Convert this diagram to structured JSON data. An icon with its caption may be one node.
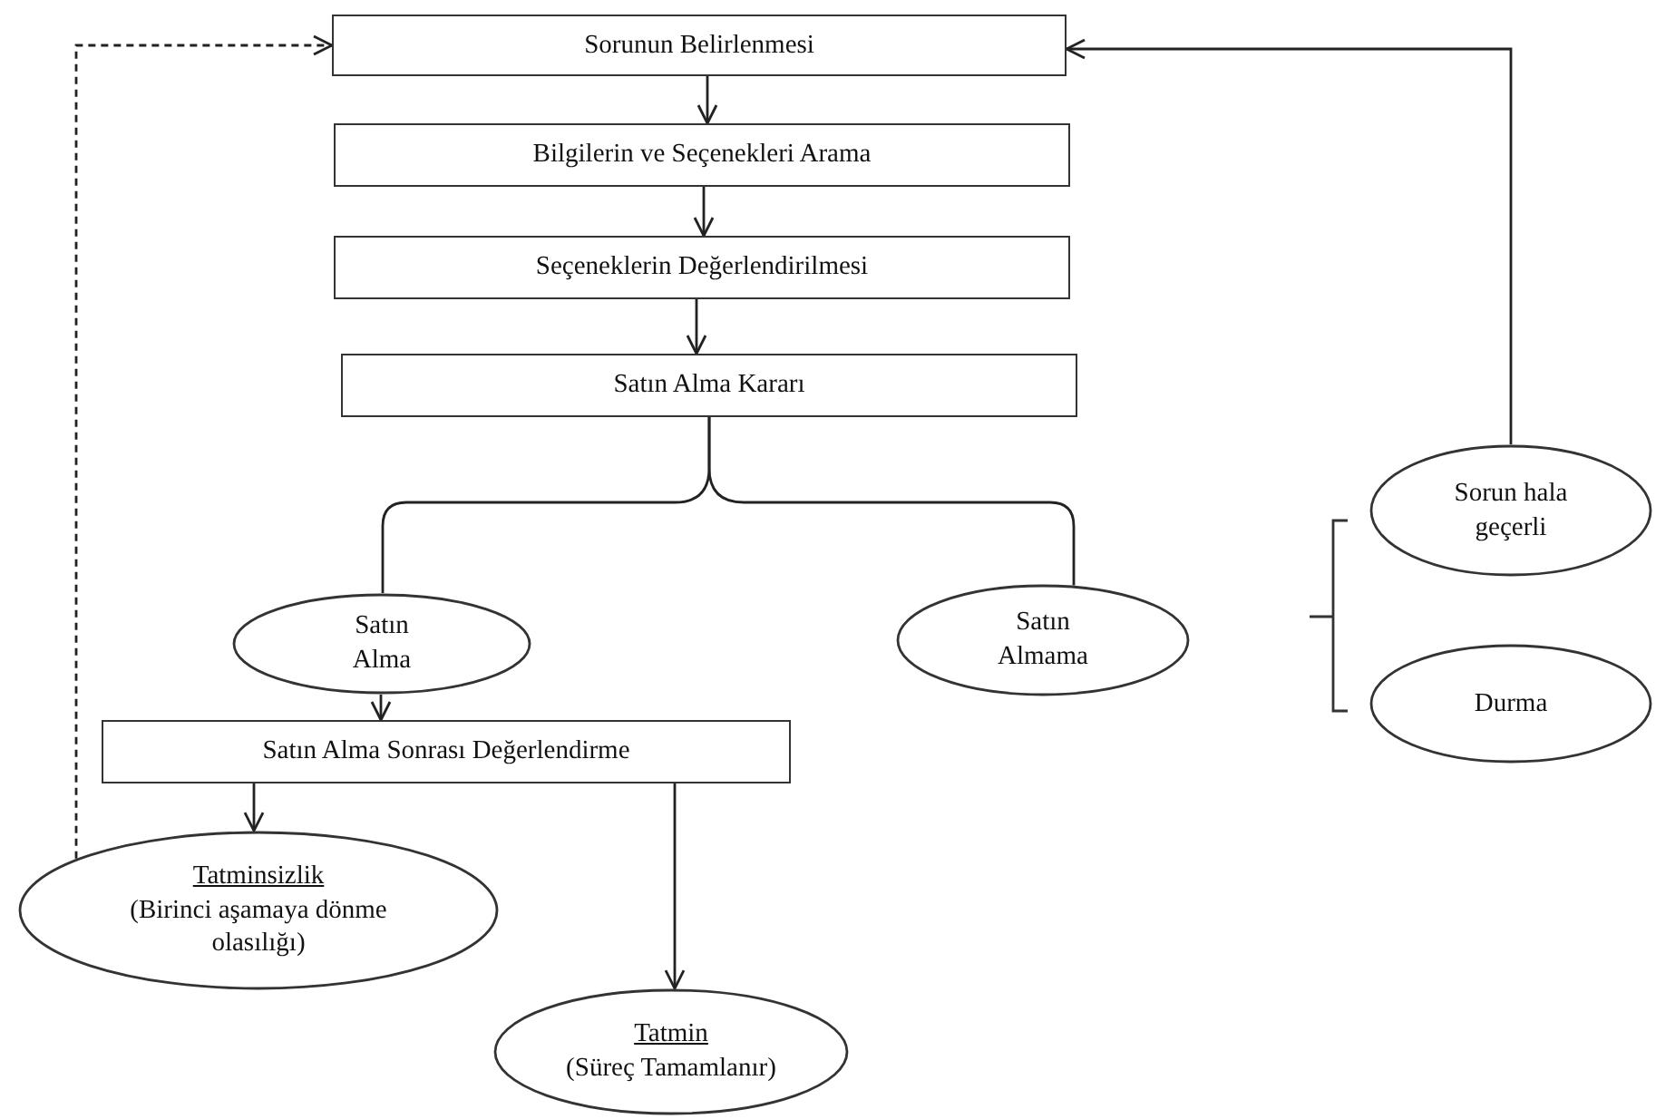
{
  "diagram": {
    "nodes": [
      {
        "text": [
          "Sorunun Belirlenmesi"
        ]
      },
      {
        "text": [
          "Bilgilerin ve Seçenekleri Arama"
        ]
      },
      {
        "text": [
          "Seçeneklerin Değerlendirilmesi"
        ]
      },
      {
        "text": [
          "Satın Alma Kararı"
        ]
      },
      {
        "text": [
          "Satın Alma"
        ]
      },
      {
        "text": [
          "Satın Almama"
        ]
      },
      {
        "text": [
          "Sorun hala geçerli"
        ]
      },
      {
        "text": [
          "Durma"
        ]
      },
      {
        "text": [
          "Satın Alma Sonrası Değerlendirme"
        ]
      },
      {
        "text": [
          "Tatminsizlik",
          "(Birinci aşamaya dönme olasılığı)"
        ]
      },
      {
        "text": [
          "Tatmin",
          "(Süreç Tamamlanır)"
        ]
      }
    ],
    "edges": [
      {
        "from": 0,
        "to": 1,
        "arrow": "to"
      },
      {
        "from": 1,
        "to": 2,
        "arrow": "to"
      },
      {
        "from": 2,
        "to": 3,
        "arrow": "to"
      },
      {
        "from": 3,
        "to": 4,
        "arrow": "none"
      },
      {
        "from": 3,
        "to": 5,
        "arrow": "none"
      },
      {
        "from": 4,
        "to": 8,
        "arrow": "to"
      },
      {
        "from": 8,
        "to": 9,
        "arrow": "to"
      },
      {
        "from": 8,
        "to": 10,
        "arrow": "to"
      },
      {
        "from": 9,
        "to": 0,
        "arrow": "to",
        "style": "dashed"
      },
      {
        "from": 6,
        "to": 0,
        "arrow": "to"
      }
    ]
  }
}
